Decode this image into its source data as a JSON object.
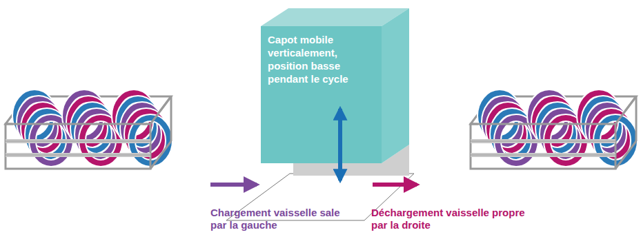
{
  "diagram": {
    "nodes": [
      {
        "text": [
          "Capot mobile verticalement, position basse pendant le cycle"
        ]
      }
    ],
    "labels": [
      "Chargement vaisselle sale par la gauche",
      "Déchargement vaisselle propre par la droite"
    ]
  }
}
